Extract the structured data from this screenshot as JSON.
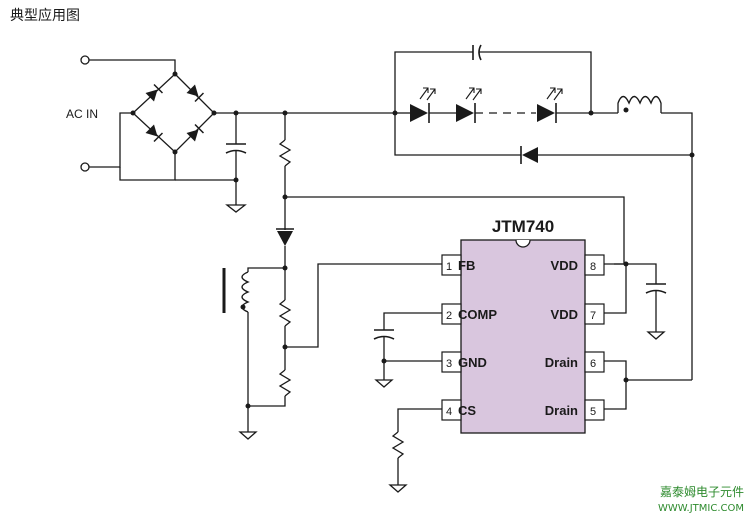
{
  "diagram": {
    "title": "典型应用图",
    "ac_input_label": "AC IN",
    "chip": {
      "name": "JTM740",
      "color": "#d9c6de",
      "pins": [
        {
          "num": "1",
          "label": "FB"
        },
        {
          "num": "2",
          "label": "COMP"
        },
        {
          "num": "3",
          "label": "GND"
        },
        {
          "num": "4",
          "label": "CS"
        },
        {
          "num": "8",
          "label": "VDD"
        },
        {
          "num": "7",
          "label": "VDD"
        },
        {
          "num": "6",
          "label": "Drain"
        },
        {
          "num": "5",
          "label": "Drain"
        }
      ]
    },
    "watermark": {
      "company": "嘉泰姆电子元件",
      "url": "WWW.JTMIC.COM",
      "color": "#2e8b2e"
    }
  }
}
